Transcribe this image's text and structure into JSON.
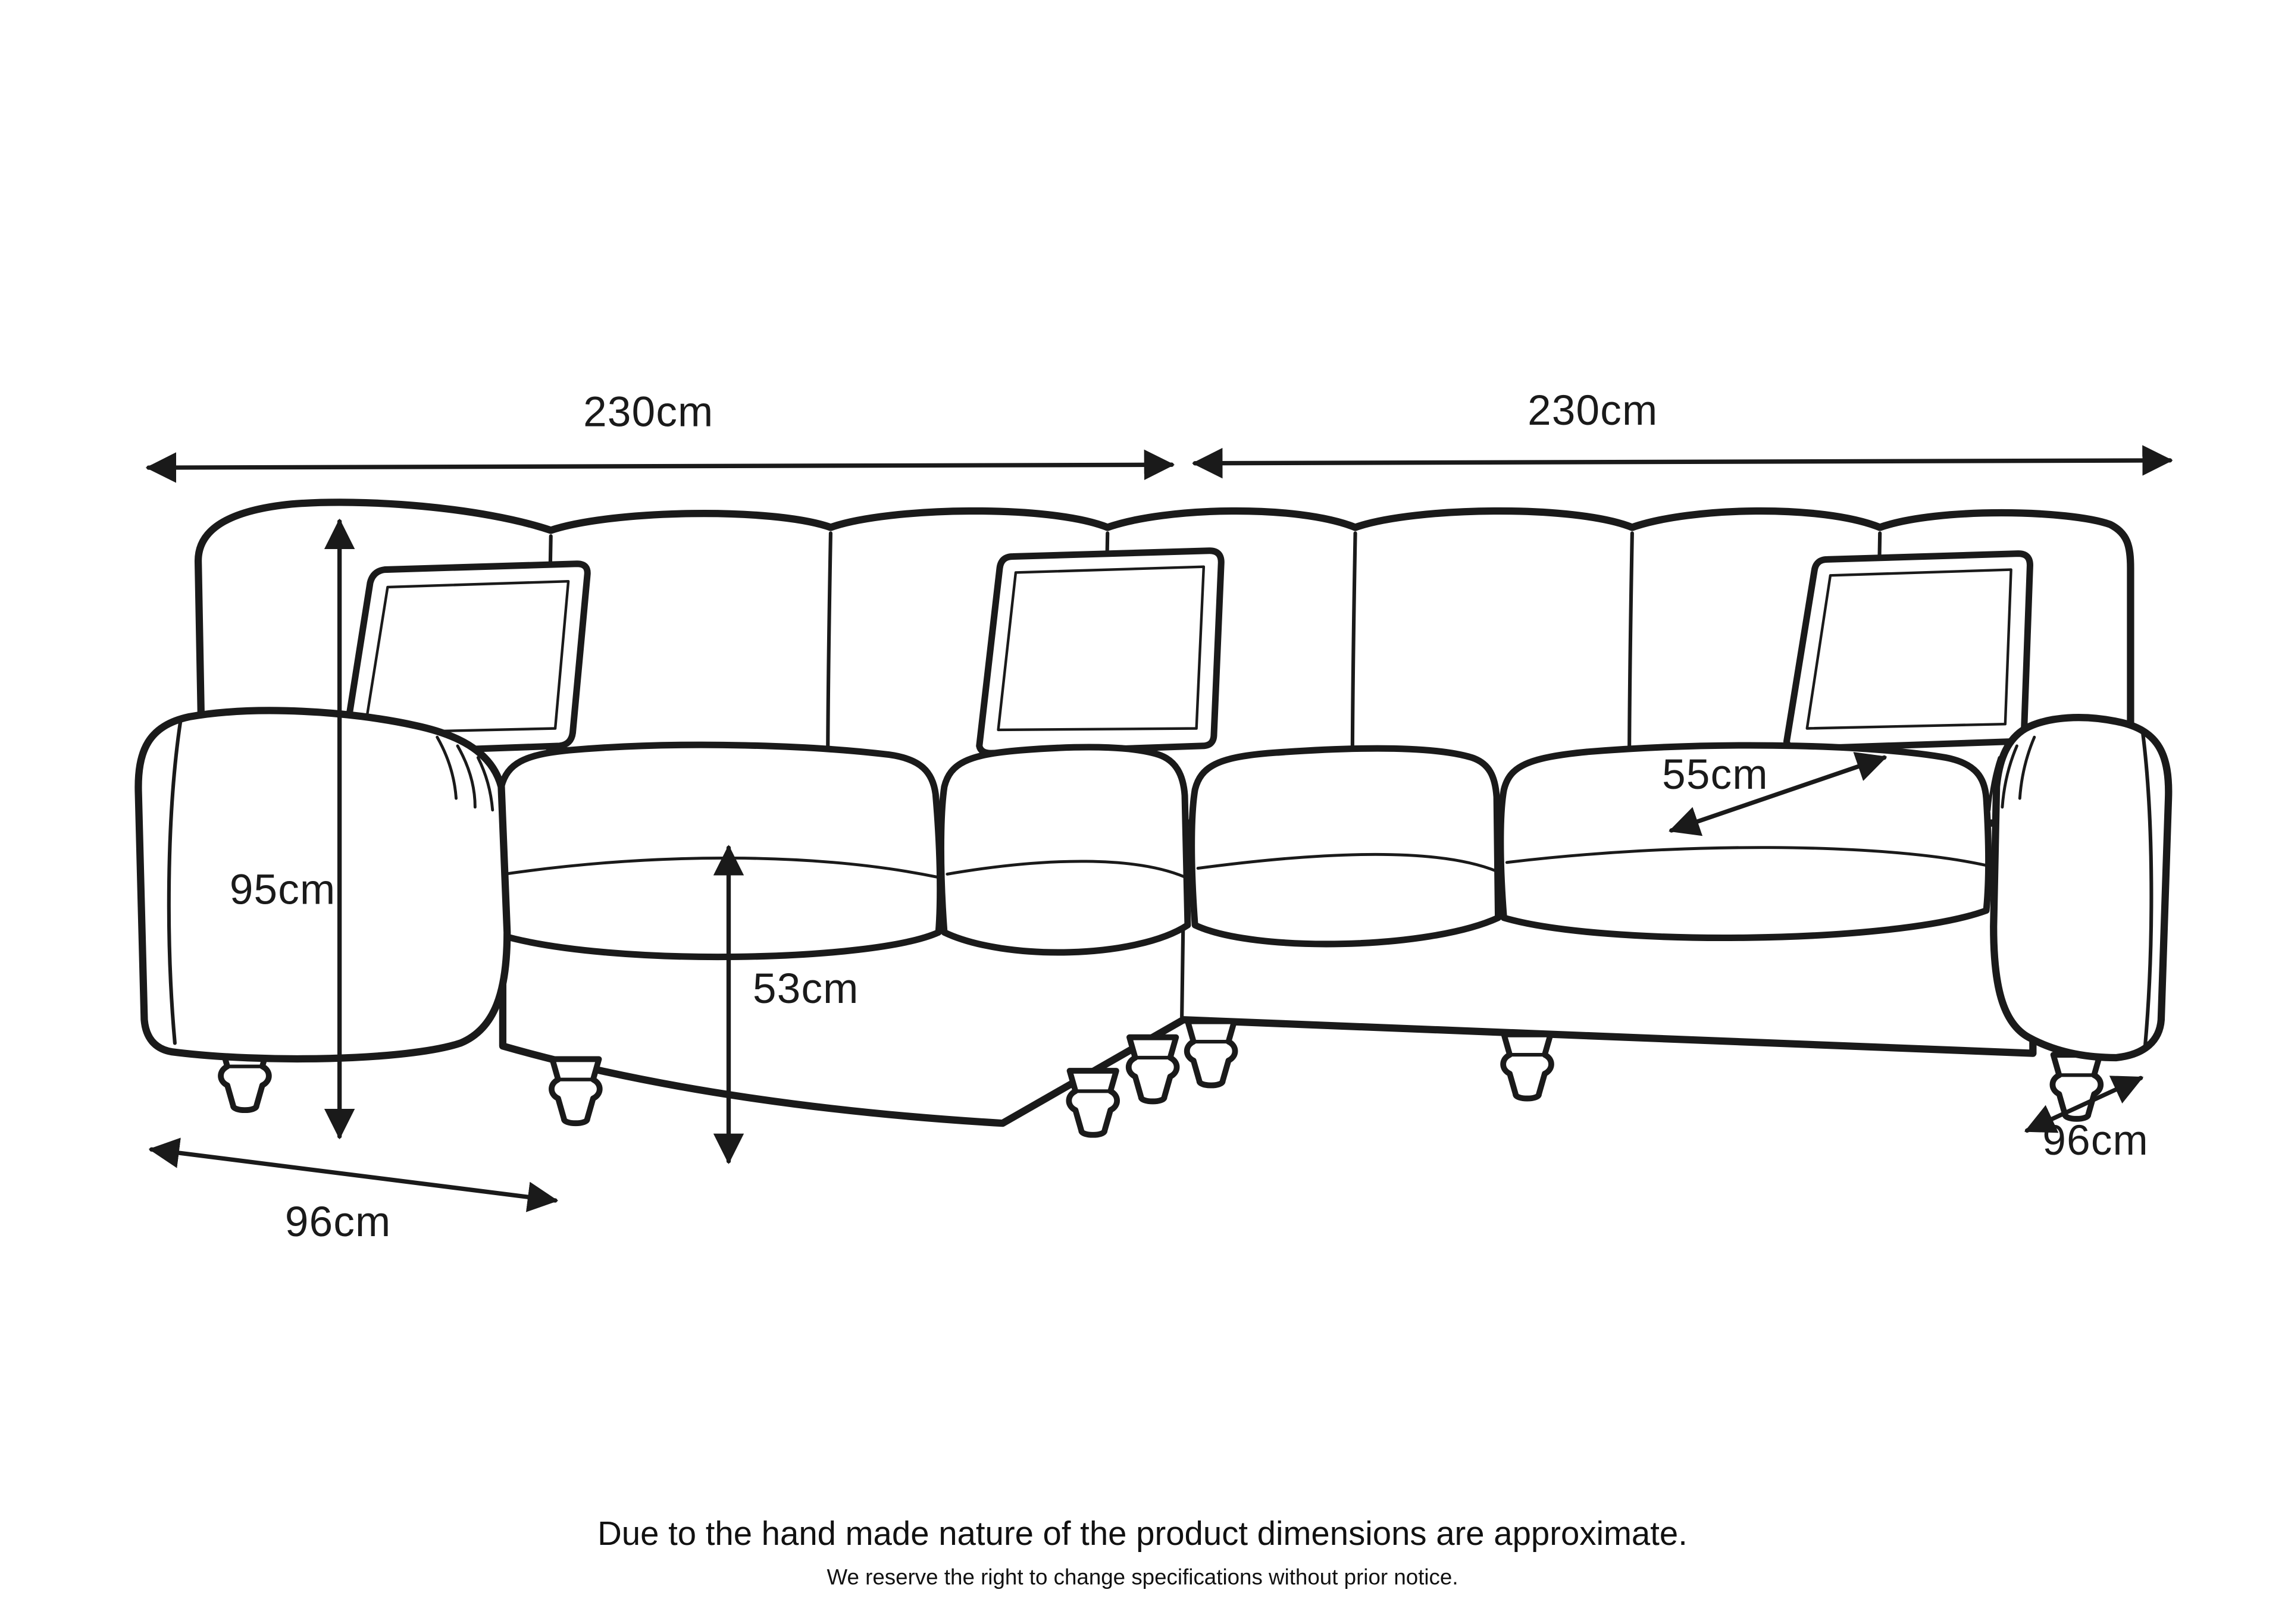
{
  "diagram": {
    "subject": "corner sofa dimension diagram",
    "dimensions": {
      "width_left": "230cm",
      "width_right": "230cm",
      "height": "95cm",
      "seat_height": "53cm",
      "seat_depth": "55cm",
      "depth_left": "96cm",
      "depth_right": "96cm"
    },
    "footer": {
      "line1": "Due to the hand made nature of the product dimensions are approximate.",
      "line2": "We reserve the right to change specifications without prior notice."
    },
    "colors": {
      "line": "#1a1a1a",
      "background": "#ffffff"
    }
  }
}
